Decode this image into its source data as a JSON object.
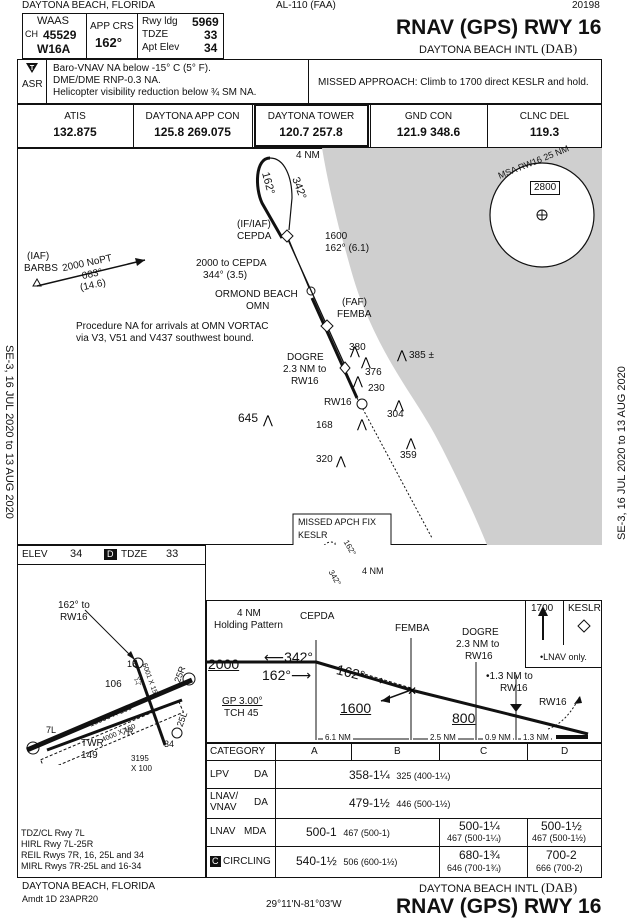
{
  "header": {
    "location": "DAYTONA BEACH, FLORIDA",
    "chart_code": "AL-110 (FAA)",
    "cycle": "20198",
    "waas_label": "WAAS",
    "ch_prefix": "CH",
    "ch_number": "45529",
    "waas_id": "W16A",
    "app_crs_label": "APP CRS",
    "app_crs": "162°",
    "rwy_ldg_label": "Rwy ldg",
    "rwy_ldg": "5969",
    "tdze_label": "TDZE",
    "tdze": "33",
    "apt_elev_label": "Apt Elev",
    "apt_elev": "34",
    "title": "RNAV (GPS) RWY 16",
    "airport": "DAYTONA BEACH INTL",
    "airport_id": "(DAB)"
  },
  "notes": {
    "asr": "ASR",
    "line1": "Baro-VNAV NA below -15° C (5° F).",
    "line2": "DME/DME RNP-0.3 NA.",
    "line3": "Helicopter visibility reduction below ¾ SM NA.",
    "missed": "MISSED APPROACH: Climb to 1700 direct KESLR and hold."
  },
  "comms": [
    {
      "label": "ATIS",
      "freq": "132.875"
    },
    {
      "label": "DAYTONA APP CON",
      "freq": "125.8  269.075"
    },
    {
      "label": "DAYTONA TOWER",
      "freq": "120.7  257.8"
    },
    {
      "label": "GND CON",
      "freq": "121.9  348.6"
    },
    {
      "label": "CLNC DEL",
      "freq": "119.3"
    }
  ],
  "plan": {
    "hold_dist": "4 NM",
    "hold_in": "162°",
    "hold_out": "342°",
    "if_label": "(IF/IAF)",
    "cepda": "CEPDA",
    "seg1_alt": "1600",
    "seg1_crs": "162° (6.1)",
    "iaf_label": "(IAF)",
    "barbs": "BARBS",
    "barbs_alt": "2000 NoPT",
    "barbs_crs": "083°",
    "barbs_dist": "(14.6)",
    "omn_alt": "2000 to CEPDA",
    "omn_crs": "344° (3.5)",
    "omn_name1": "ORMOND BEACH",
    "omn_name2": "OMN",
    "faf_label": "(FAF)",
    "femba": "FEMBA",
    "proc_na1": "Procedure NA for arrivals at OMN VORTAC",
    "proc_na2": "via V3, V51 and V437 southwest bound.",
    "dogre": "DOGRE",
    "dogre_dist1": "2.3 NM to",
    "dogre_dist2": "RW16",
    "rw16": "RW16",
    "msa": "MSA RW16 25 NM",
    "msa_alt": "2800",
    "obstacles": [
      "380",
      "376",
      "230",
      "385 ±",
      "304",
      "168",
      "359",
      "320",
      "645"
    ],
    "map_title": "MISSED APCH FIX",
    "kesrl": "KESLR",
    "map_in": "162°",
    "map_out": "342°",
    "map_dist": "4 NM"
  },
  "airport_sketch": {
    "elev_label": "ELEV",
    "elev": "34",
    "tdze_label": "TDZE",
    "tdze": "33",
    "d_mark": "D",
    "crs_to": "162° to",
    "rw16": "RW16",
    "elev106": "106",
    "twr_label": "TWR",
    "twr": "149",
    "rwy_dims_main": "10000 X 150",
    "rwy_dims_cross": "3195",
    "rwy_dims_cross2": "X 100",
    "rwy_dims_16": "6001 X 150",
    "rwy_dims_7r": "4000 X 150",
    "rwy_labels": [
      "7L",
      "25R",
      "7R",
      "25L",
      "16",
      "34"
    ],
    "light1": "TDZ/CL Rwy 7L",
    "light2": "HIRL Rwy 7L-25R",
    "light3": "REIL Rwys 7R, 16, 25L and 34",
    "light4": "MIRL Rwys 7R-25L and 16-34"
  },
  "profile": {
    "hold_label1": "4 NM",
    "hold_label2": "Holding Pattern",
    "cepda": "CEPDA",
    "femba": "FEMBA",
    "dogre": "DOGRE",
    "dogre_dist1": "2.3 NM to",
    "dogre_dist2": "RW16",
    "alt2000": "2000",
    "crs342": "342°",
    "crs162a": "162°",
    "crs162b": "162°",
    "gp": "GP 3.00°",
    "tch": "TCH 45",
    "alt1600": "1600",
    "alt800": "800",
    "rw16_dist1": "•1.3 NM to",
    "rw16_dist2": "RW16",
    "rw16": "RW16",
    "d1": "6.1 NM",
    "d2": "2.5 NM",
    "d3": "0.9 NM",
    "d4": "1.3 NM",
    "climb_alt": "1700",
    "climb_fix": "KESLR",
    "lnav_only": "•LNAV only."
  },
  "minimums": {
    "category_label": "CATEGORY",
    "cats": [
      "A",
      "B",
      "C",
      "D"
    ],
    "lpv": {
      "label": "LPV",
      "type": "DA",
      "val": "358-1¼",
      "sub": "325 (400-1¼)"
    },
    "lnav_vnav": {
      "label1": "LNAV/",
      "label2": "VNAV",
      "type": "DA",
      "val": "479-1½",
      "sub": "446 (500-1½)"
    },
    "lnav": {
      "label": "LNAV",
      "type": "MDA",
      "ab_val": "500-1",
      "ab_sub": "467 (500-1)",
      "c_val": "500-1¼",
      "c_sub": "467 (500-1¼)",
      "d_val": "500-1½",
      "d_sub": "467 (500-1½)"
    },
    "circling": {
      "c_icon": "C",
      "label": "CIRCLING",
      "ab_val": "540-1½",
      "ab_sub": "506 (600-1½)",
      "c_val": "680-1¾",
      "c_sub": "646 (700-1¾)",
      "d_val": "700-2",
      "d_sub": "666 (700-2)"
    }
  },
  "footer": {
    "location": "DAYTONA BEACH, FLORIDA",
    "amdt": "Amdt 1D  23APR20",
    "coords": "29°11'N-81°03'W",
    "airport": "DAYTONA BEACH INTL",
    "airport_id": "(DAB)",
    "title": "RNAV (GPS) RWY 16"
  },
  "sidebar": {
    "left": "SE-3, 16 JUL 2020 to 13 AUG 2020",
    "right": "SE-3, 16 JUL 2020 to 13 AUG 2020"
  }
}
